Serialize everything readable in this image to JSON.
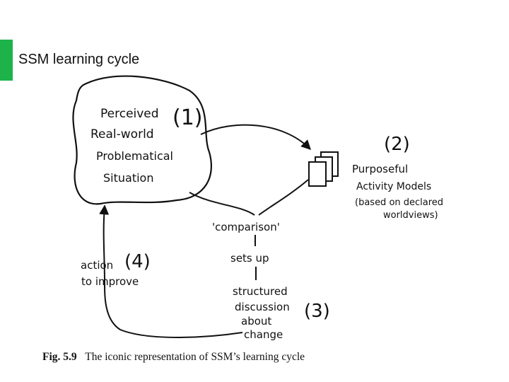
{
  "slide": {
    "title": "SSM learning cycle",
    "accent_color": "#1db24a"
  },
  "diagram": {
    "situation": {
      "number": "(1)",
      "lines": [
        "Perceived",
        "Real-world",
        "Problematical",
        "Situation"
      ]
    },
    "models": {
      "number": "(2)",
      "lines": [
        "Purposeful",
        "Activity Models",
        "(based on declared",
        "worldviews)"
      ]
    },
    "comparison": {
      "label": "'comparison'",
      "sets_up": "sets up"
    },
    "discussion": {
      "number": "(3)",
      "lines": [
        "structured",
        "discussion",
        "about",
        "change"
      ]
    },
    "action": {
      "number": "(4)",
      "lines": [
        "action",
        "to improve"
      ]
    }
  },
  "caption": {
    "fig": "Fig. 5.9",
    "text": "The iconic representation of SSM’s learning cycle"
  }
}
